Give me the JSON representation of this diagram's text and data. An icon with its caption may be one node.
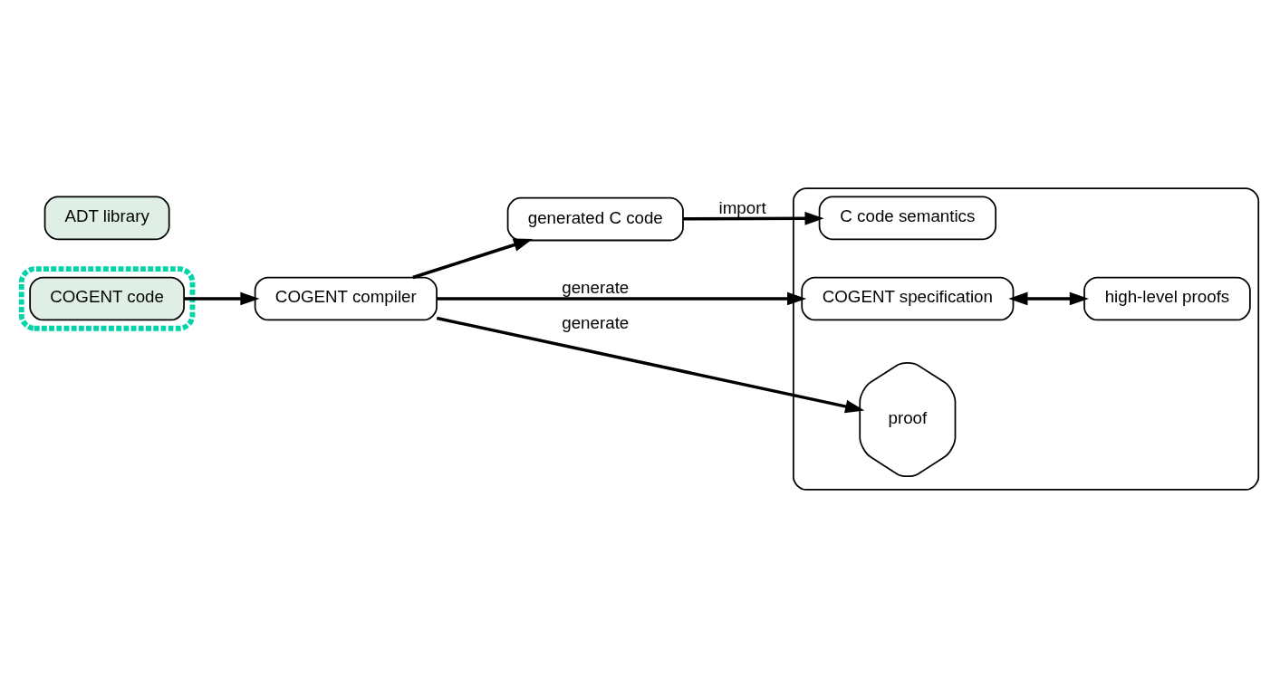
{
  "diagram": {
    "nodes": [
      {
        "text": [],
        "shape": "box"
      },
      {
        "text": [
          "COGENT code"
        ],
        "in": 0
      },
      {
        "text": [
          "COGENT compiler"
        ]
      },
      {
        "text": [
          "ADT library"
        ]
      },
      {
        "text": [
          "generated C code"
        ]
      },
      {
        "text": [],
        "shape": "box"
      },
      {
        "text": [
          "COGENT specification"
        ],
        "in": 5
      },
      {
        "text": [
          "high-level proofs"
        ],
        "in": 5
      },
      {
        "text": [
          "proof"
        ],
        "in": 5
      },
      {
        "text": [
          "C code semantics"
        ],
        "in": 5
      }
    ],
    "edges": [
      {
        "from": 1,
        "to": 2,
        "arrow": "to"
      },
      {
        "from": 2,
        "to": 4,
        "arrow": "to"
      },
      {
        "from": 2,
        "to": 6,
        "arrow": "to",
        "label": "generate"
      },
      {
        "from": 2,
        "to": 8,
        "arrow": "to",
        "label": "generate"
      },
      {
        "from": 4,
        "to": 9,
        "arrow": "to",
        "label": "import"
      },
      {
        "from": 6,
        "to": 7,
        "arrow": "both"
      }
    ]
  }
}
